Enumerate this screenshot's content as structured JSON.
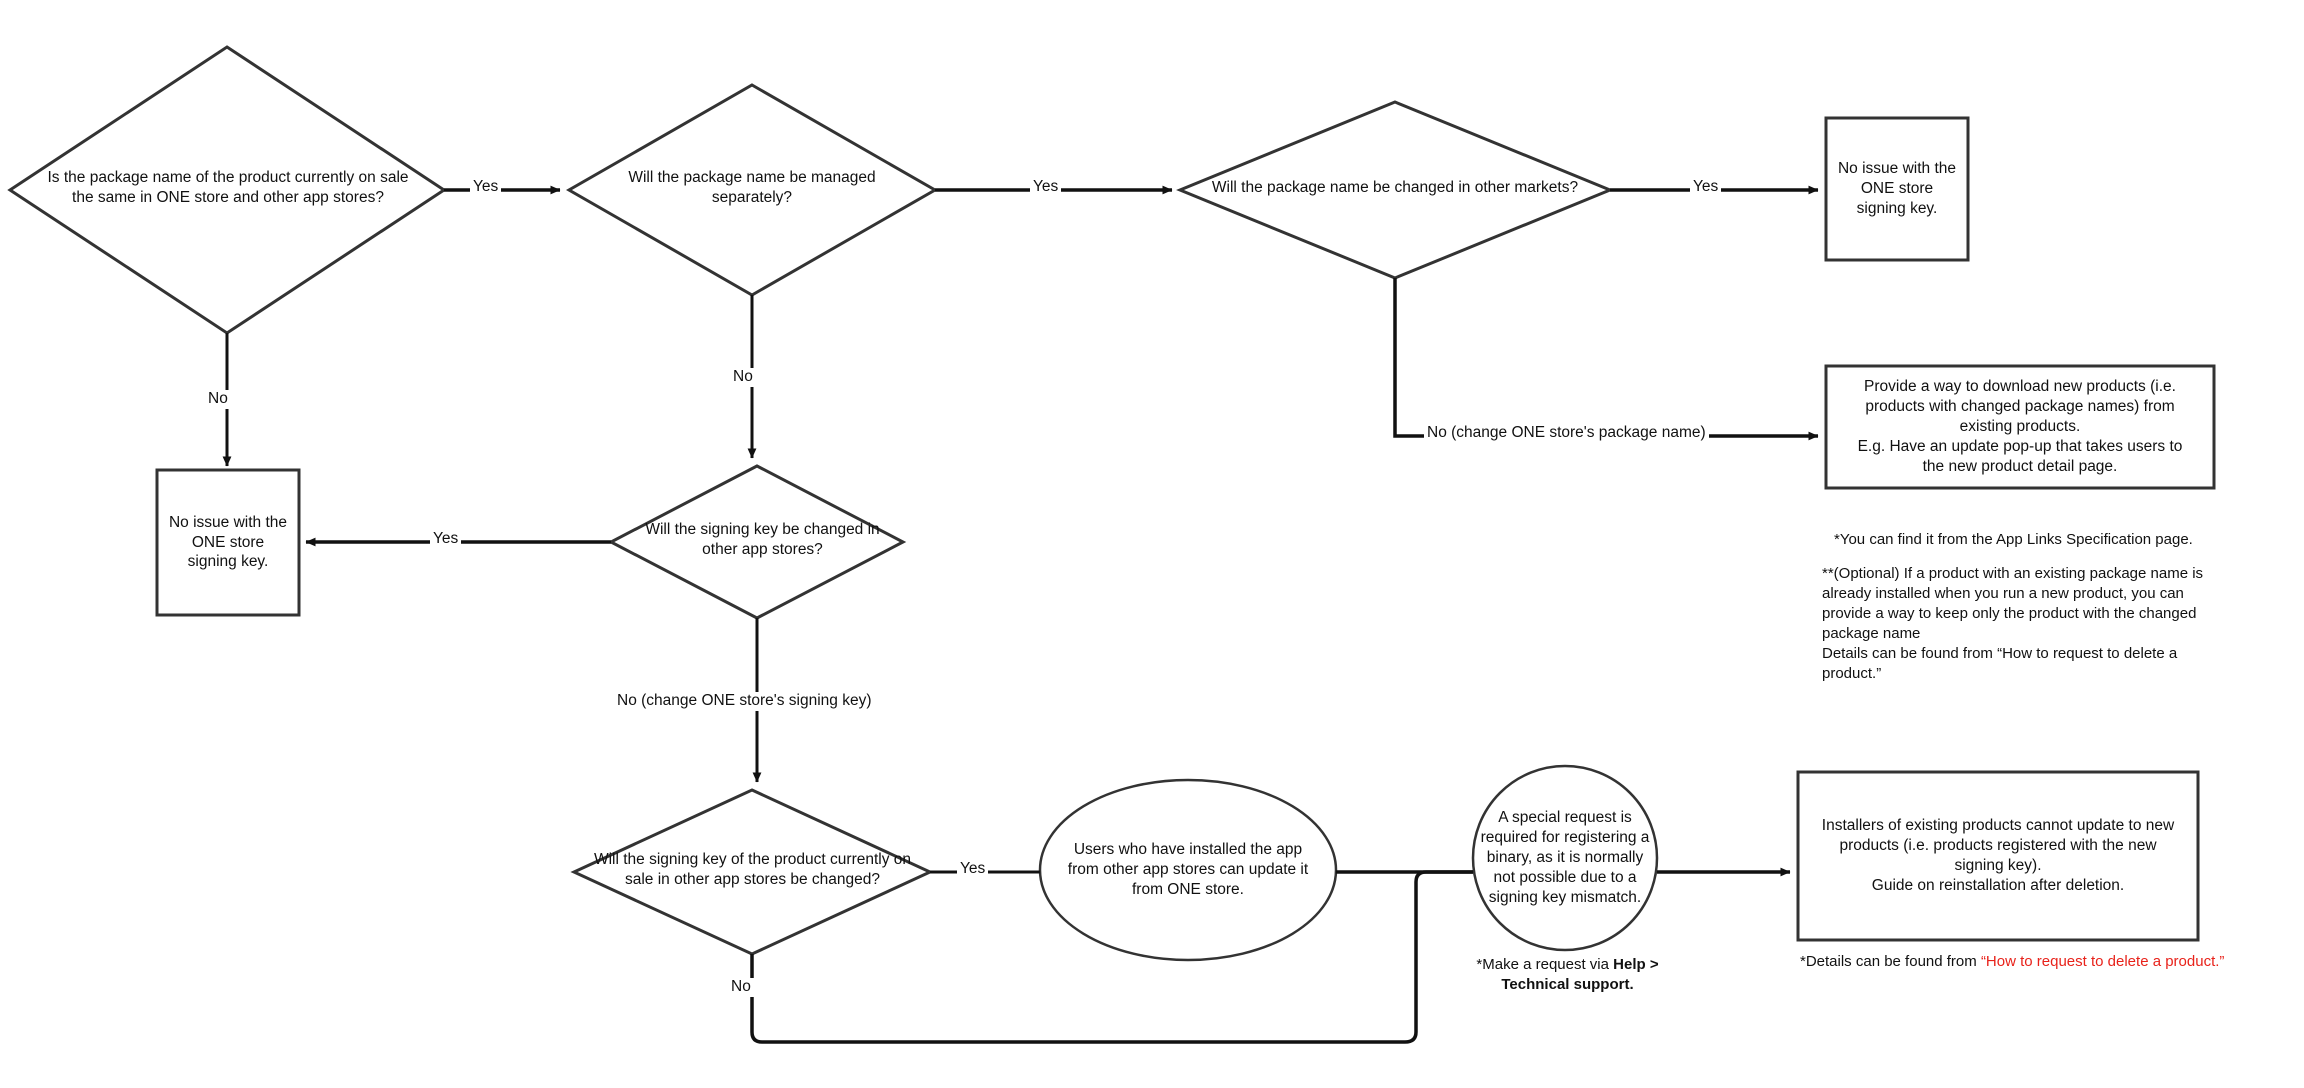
{
  "diagram": {
    "title": "ONE store package name / signing key decision flow",
    "line_color": "#333333",
    "accent_color": "#e8221a"
  },
  "nodes": {
    "d1": {
      "shape": "diamond",
      "line1": "Is the package name of the product currently on sale",
      "line2": "the same in ONE store and other app stores?"
    },
    "d2": {
      "shape": "diamond",
      "line1": "Will the package name be managed",
      "line2": "separately?"
    },
    "d3": {
      "shape": "diamond",
      "line1": "Will the package name be changed in other markets?",
      "line2": ""
    },
    "d4": {
      "shape": "diamond",
      "line1": "Will the signing key be changed in",
      "line2": "other app stores?"
    },
    "d5": {
      "shape": "diamond",
      "line1": "Will the signing key of the product currently on",
      "line2": "sale in other app stores be changed?"
    },
    "box_top_right": {
      "shape": "rect",
      "text": "No issue with the\nONE store\nsigning key."
    },
    "box_left": {
      "shape": "rect",
      "text": "No issue with the\nONE store\nsigning key."
    },
    "box_provide": {
      "shape": "rect",
      "text": "Provide a way to download new products (i.e.\nproducts with changed package names) from\nexisting products.\nE.g. Have an update pop-up that takes users to\nthe new product detail page."
    },
    "ellipse_users": {
      "shape": "ellipse",
      "text": "Users who have installed the app\nfrom other app stores can update it\nfrom ONE store."
    },
    "circle_request": {
      "shape": "circle",
      "text": "A special request is\nrequired for registering a\nbinary, as it is normally\nnot possible due to a\nsigning key mismatch."
    },
    "box_installers": {
      "shape": "rect",
      "text": "Installers of existing products cannot update to new\nproducts (i.e. products registered with the new\nsigning key).\nGuide on reinstallation after deletion."
    }
  },
  "edge_labels": {
    "d1_yes": "Yes",
    "d1_no": "No",
    "d2_yes": "Yes",
    "d2_no": "No",
    "d3_yes": "Yes",
    "d3_no": "No (change ONE store's package name)",
    "d4_yes": "Yes",
    "d4_no": "No (change ONE store's signing key)",
    "d5_yes": "Yes",
    "d5_no": "No"
  },
  "notes": {
    "app_links": "*You can find it from the App Links Specification page.",
    "optional": "**(Optional) If a product with an existing package name is already installed when you run a new product, you can provide a way to keep only the product with the changed package name\nDetails can be found from “How to request to delete a product.”",
    "optional_l1": "**(Optional) If a product with an existing package name is",
    "optional_l2": "already installed when you run a new product, you can",
    "optional_l3": "provide a way to keep only the product with the changed",
    "optional_l4": "package name",
    "optional_l5": "Details can be found from “How to request to delete a",
    "optional_l6": "product.”",
    "help_note_l1_a": "*Make a request via ",
    "help_note_l1_b": "Help >",
    "help_note_l2": "Technical support.",
    "details_note_prefix": "*Details can be found from ",
    "details_note_link": "“How to request to delete a product.”"
  }
}
